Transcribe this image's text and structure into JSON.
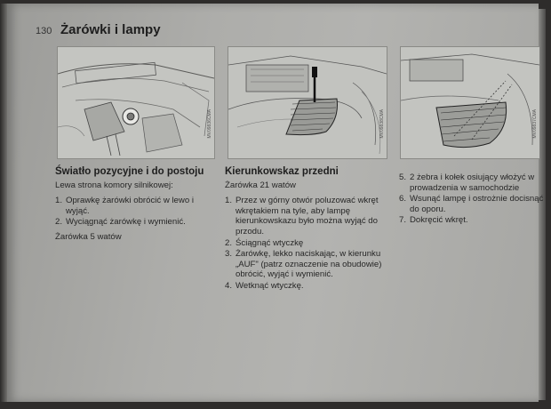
{
  "header": {
    "page_number": "130",
    "title": "Żarówki i lampy"
  },
  "figures": [
    {
      "code": "MV09836CMA"
    },
    {
      "code": "MV09838CMA"
    },
    {
      "code": "MV09837CMA"
    }
  ],
  "sections": [
    {
      "heading": "Światło pozycyjne i do postoju",
      "subtitle": "Lewa strona komory silnikowej:",
      "steps": [
        {
          "num": "1.",
          "text": "Oprawkę żarówki obrócić w lewo i wyjąć."
        },
        {
          "num": "2.",
          "text": "Wyciągnąć żarówkę i wymienić."
        }
      ],
      "note": "Żarówka 5 watów"
    },
    {
      "heading": "Kierunkowskaz przedni",
      "subtitle": "Żarówka 21 watów",
      "steps": [
        {
          "num": "1.",
          "text": "Przez w górny otwór poluzować wkręt wkrętakiem na tyle, aby lampę kierunkowskazu było można wyjąć do przodu."
        },
        {
          "num": "2.",
          "text": "Ściągnąć wtyczkę"
        },
        {
          "num": "3.",
          "text": "Żarówkę, lekko naciskając, w kierunku „AUF\" (patrz oznaczenie na obudowie) obrócić, wyjąć i wymienić."
        },
        {
          "num": "4.",
          "text": "Wetknąć wtyczkę."
        }
      ]
    },
    {
      "steps": [
        {
          "num": "5.",
          "text": "2 żebra i kołek osiujący włożyć w prowadzenia w samochodzie"
        },
        {
          "num": "6.",
          "text": "Wsunąć lampę i ostrożnie docisnąć do oporu."
        },
        {
          "num": "7.",
          "text": "Dokręcić wkręt."
        }
      ]
    }
  ]
}
